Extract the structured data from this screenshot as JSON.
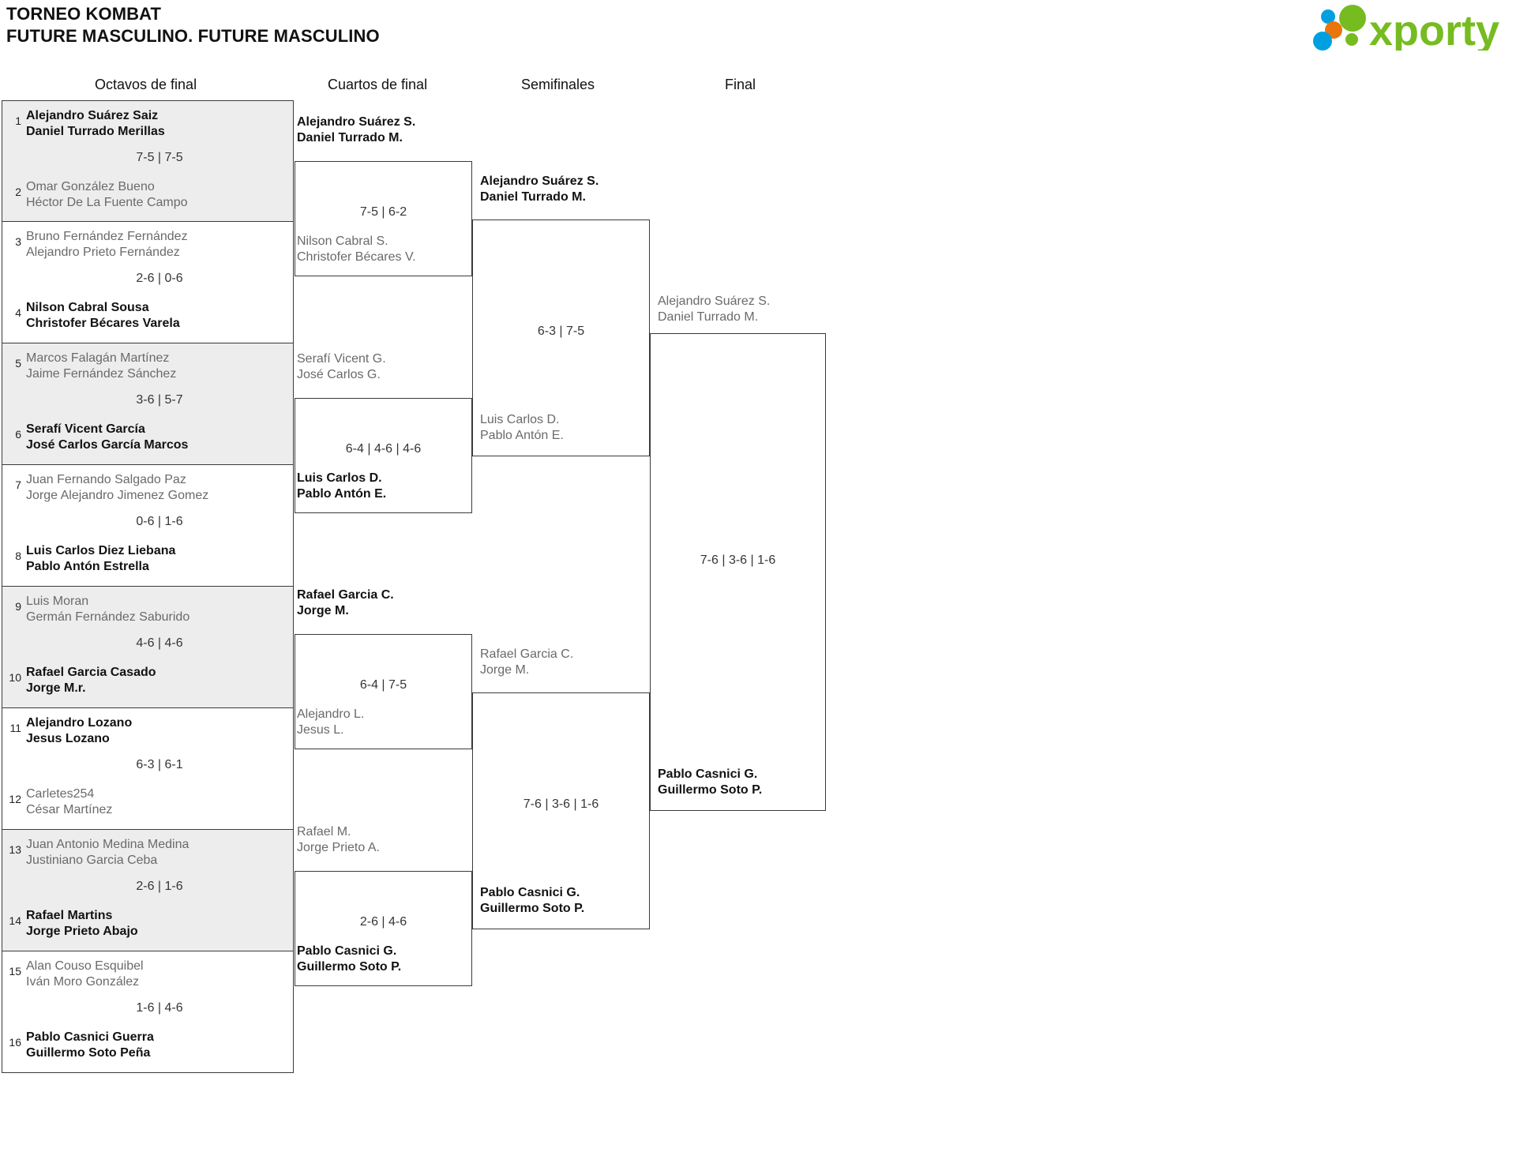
{
  "header": {
    "tournament_name": "TORNEO KOMBAT",
    "category": "FUTURE MASCULINO. FUTURE MASCULINO",
    "logo_text": "xporty",
    "logo_colors": {
      "green": "#76bc21",
      "orange": "#e8760d",
      "blue": "#00a0e0"
    }
  },
  "rounds": [
    {
      "key": "r16",
      "label": "Octavos de final"
    },
    {
      "key": "qf",
      "label": "Cuartos de final"
    },
    {
      "key": "sf",
      "label": "Semifinales"
    },
    {
      "key": "f",
      "label": "Final"
    }
  ],
  "colors": {
    "winner_text": "#121212",
    "loser_text": "#6a6a6a",
    "row_shade": "#ededed",
    "border": "#3a3a3a"
  },
  "round_of_16": [
    {
      "seed_top": "1",
      "top": {
        "p1": "Alejandro Suárez Saiz",
        "p2": "Daniel Turrado Merillas",
        "winner": true
      },
      "score": "7-5 | 7-5",
      "seed_bottom": "2",
      "bottom": {
        "p1": "Omar González Bueno",
        "p2": "Héctor De La Fuente Campo",
        "winner": false
      },
      "shaded": true
    },
    {
      "seed_top": "3",
      "top": {
        "p1": "Bruno Fernández Fernández",
        "p2": "Alejandro Prieto Fernández",
        "winner": false
      },
      "score": "2-6 | 0-6",
      "seed_bottom": "4",
      "bottom": {
        "p1": "Nilson Cabral Sousa",
        "p2": "Christofer Bécares Varela",
        "winner": true
      },
      "shaded": false
    },
    {
      "seed_top": "5",
      "top": {
        "p1": "Marcos Falagán Martínez",
        "p2": "Jaime Fernández Sánchez",
        "winner": false
      },
      "score": "3-6 | 5-7",
      "seed_bottom": "6",
      "bottom": {
        "p1": "Serafí Vicent García",
        "p2": "José Carlos García Marcos",
        "winner": true
      },
      "shaded": true
    },
    {
      "seed_top": "7",
      "top": {
        "p1": "Juan Fernando Salgado Paz",
        "p2": "Jorge Alejandro Jimenez Gomez",
        "winner": false
      },
      "score": "0-6 | 1-6",
      "seed_bottom": "8",
      "bottom": {
        "p1": "Luis Carlos Diez Liebana",
        "p2": "Pablo Antón Estrella",
        "winner": true
      },
      "shaded": false
    },
    {
      "seed_top": "9",
      "top": {
        "p1": "Luis Moran",
        "p2": "Germán Fernández Saburido",
        "winner": false
      },
      "score": "4-6 | 4-6",
      "seed_bottom": "10",
      "bottom": {
        "p1": "Rafael Garcia Casado",
        "p2": "Jorge M.r.",
        "winner": true
      },
      "shaded": true
    },
    {
      "seed_top": "11",
      "top": {
        "p1": "Alejandro Lozano",
        "p2": "Jesus Lozano",
        "winner": true
      },
      "score": "6-3 | 6-1",
      "seed_bottom": "12",
      "bottom": {
        "p1": "Carletes254",
        "p2": "César Martínez",
        "winner": false
      },
      "shaded": false
    },
    {
      "seed_top": "13",
      "top": {
        "p1": "Juan Antonio Medina Medina",
        "p2": "Justiniano Garcia Ceba",
        "winner": false
      },
      "score": "2-6 | 1-6",
      "seed_bottom": "14",
      "bottom": {
        "p1": "Rafael Martins",
        "p2": "Jorge Prieto Abajo",
        "winner": true
      },
      "shaded": true
    },
    {
      "seed_top": "15",
      "top": {
        "p1": "Alan Couso Esquibel",
        "p2": "Iván Moro González",
        "winner": false
      },
      "score": "1-6 | 4-6",
      "seed_bottom": "16",
      "bottom": {
        "p1": "Pablo Casnici Guerra",
        "p2": "Guillermo Soto Peña",
        "winner": true
      },
      "shaded": false
    }
  ],
  "quarterfinals": [
    {
      "top": {
        "p1": "Alejandro Suárez S.",
        "p2": "Daniel Turrado M.",
        "winner": true
      },
      "score": "7-5 | 6-2",
      "bottom": {
        "p1": "Nilson Cabral S.",
        "p2": "Christofer Bécares V.",
        "winner": false
      }
    },
    {
      "top": {
        "p1": "Serafí Vicent G.",
        "p2": "José Carlos G.",
        "winner": false
      },
      "score": "6-4 | 4-6 | 4-6",
      "bottom": {
        "p1": "Luis Carlos D.",
        "p2": "Pablo Antón E.",
        "winner": true
      }
    },
    {
      "top": {
        "p1": "Rafael Garcia C.",
        "p2": "Jorge M.",
        "winner": true
      },
      "score": "6-4 | 7-5",
      "bottom": {
        "p1": "Alejandro L.",
        "p2": "Jesus L.",
        "winner": false
      }
    },
    {
      "top": {
        "p1": "Rafael M.",
        "p2": "Jorge Prieto A.",
        "winner": false
      },
      "score": "2-6 | 4-6",
      "bottom": {
        "p1": "Pablo Casnici G.",
        "p2": "Guillermo Soto P.",
        "winner": true
      }
    }
  ],
  "semifinals": [
    {
      "top": {
        "p1": "Alejandro Suárez S.",
        "p2": "Daniel Turrado M.",
        "winner": true
      },
      "score": "6-3 | 7-5",
      "bottom": {
        "p1": "Luis Carlos D.",
        "p2": "Pablo Antón E.",
        "winner": false
      }
    },
    {
      "top": {
        "p1": "Rafael Garcia C.",
        "p2": "Jorge M.",
        "winner": false
      },
      "score": "7-6 | 3-6 | 1-6",
      "bottom": {
        "p1": "Pablo Casnici G.",
        "p2": "Guillermo Soto P.",
        "winner": true
      }
    }
  ],
  "final": {
    "top": {
      "p1": "Alejandro Suárez S.",
      "p2": "Daniel Turrado M.",
      "winner": false
    },
    "score": "7-6 | 3-6 | 1-6",
    "bottom": {
      "p1": "Pablo Casnici G.",
      "p2": "Guillermo Soto P.",
      "winner": true
    }
  }
}
